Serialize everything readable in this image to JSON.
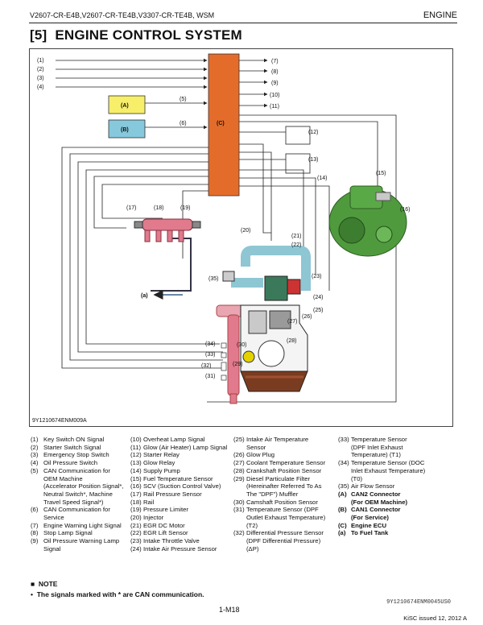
{
  "header": {
    "models": "V2607-CR-E4B,V2607-CR-TE4B,V3307-CR-TE4B, WSM",
    "section": "ENGINE"
  },
  "title": {
    "number": "[5]",
    "text": "ENGINE CONTROL SYSTEM"
  },
  "diagram": {
    "code": "9Y1210674ENM009A",
    "box_a": "(A)",
    "box_b": "(B)",
    "box_c": "(C)",
    "fuel_tank_label": "(a)",
    "callouts": [
      "(1)",
      "(2)",
      "(3)",
      "(4)",
      "(5)",
      "(6)",
      "(7)",
      "(8)",
      "(9)",
      "(10)",
      "(11)",
      "(12)",
      "(13)",
      "(14)",
      "(15)",
      "(16)",
      "(17)",
      "(18)",
      "(19)",
      "(20)",
      "(21)",
      "(22)",
      "(23)",
      "(24)",
      "(25)",
      "(26)",
      "(27)",
      "(28)",
      "(29)",
      "(30)",
      "(31)",
      "(32)",
      "(33)",
      "(34)",
      "(35)"
    ],
    "colors": {
      "ecu": "#e46c2b",
      "box_a": "#f7ef6a",
      "box_b": "#86c9dc",
      "rail": "#e07a8c",
      "pump": "#4f9a3d",
      "egr": "#8ec6d4"
    }
  },
  "legend": {
    "col1": [
      {
        "k": "(1)",
        "t": "Key Switch ON Signal"
      },
      {
        "k": "(2)",
        "t": "Starter Switch Signal"
      },
      {
        "k": "(3)",
        "t": "Emergency Stop Switch"
      },
      {
        "k": "(4)",
        "t": "Oil Pressure Switch"
      },
      {
        "k": "(5)",
        "t": "CAN Communication for\nOEM Machine\n(Accelerator Position Signal*,\nNeutral Switch*, Machine\nTravel Speed Signal*)"
      },
      {
        "k": "(6)",
        "t": "CAN Communication for\nService"
      },
      {
        "k": "(7)",
        "t": "Engine Warning Light Signal"
      },
      {
        "k": "(8)",
        "t": "Stop Lamp Signal"
      },
      {
        "k": "(9)",
        "t": "Oil Pressure Warning Lamp\nSignal"
      }
    ],
    "col2": [
      {
        "k": "(10)",
        "t": "Overheat Lamp Signal"
      },
      {
        "k": "(11)",
        "t": "Glow (Air Heater) Lamp Signal"
      },
      {
        "k": "(12)",
        "t": "Starter Relay"
      },
      {
        "k": "(13)",
        "t": "Glow Relay"
      },
      {
        "k": "(14)",
        "t": "Supply Pump"
      },
      {
        "k": "(15)",
        "t": "Fuel Temperature Sensor"
      },
      {
        "k": "(16)",
        "t": "SCV (Suction Control Valve)"
      },
      {
        "k": "(17)",
        "t": "Rail Pressure Sensor"
      },
      {
        "k": "(18)",
        "t": "Rail"
      },
      {
        "k": "(19)",
        "t": "Pressure Limiter"
      },
      {
        "k": "(20)",
        "t": "Injector"
      },
      {
        "k": "(21)",
        "t": "EGR DC Motor"
      },
      {
        "k": "(22)",
        "t": "EGR Lift Sensor"
      },
      {
        "k": "(23)",
        "t": "Intake Throttle Valve"
      },
      {
        "k": "(24)",
        "t": "Intake Air Pressure Sensor"
      }
    ],
    "col3": [
      {
        "k": "(25)",
        "t": "Intake Air Temperature\nSensor"
      },
      {
        "k": "(26)",
        "t": "Glow Plug"
      },
      {
        "k": "(27)",
        "t": "Coolant Temperature Sensor"
      },
      {
        "k": "(28)",
        "t": "Crankshaft Position Sensor"
      },
      {
        "k": "(29)",
        "t": "Diesel Particulate Filter\n(Hereinafter Referred To As\nThe \"DPF\") Muffler"
      },
      {
        "k": "(30)",
        "t": "Camshaft Position Sensor"
      },
      {
        "k": "(31)",
        "t": "Temperature Sensor (DPF\nOutlet Exhaust Temperature)\n(T2)"
      },
      {
        "k": "(32)",
        "t": "Differential Pressure Sensor\n(DPF Differential Pressure)\n(ΔP)"
      }
    ],
    "col4": [
      {
        "k": "(33)",
        "t": "Temperature Sensor\n(DPF Inlet Exhaust\nTemperature) (T1)",
        "b": false
      },
      {
        "k": "(34)",
        "t": "Temperature Sensor (DOC\nInlet Exhaust Temperature)\n(T0)",
        "b": false
      },
      {
        "k": "(35)",
        "t": "Air Flow Sensor",
        "b": false
      },
      {
        "k": "(A)",
        "t": "CAN2 Connector\n(For OEM Machine)",
        "b": true
      },
      {
        "k": "(B)",
        "t": "CAN1 Connector\n(For Service)",
        "b": true
      },
      {
        "k": "(C)",
        "t": "Engine ECU",
        "b": true
      },
      {
        "k": "(a)",
        "t": "To Fuel Tank",
        "b": true
      }
    ]
  },
  "note": {
    "heading": "NOTE",
    "text": "The signals marked with * are CAN communication."
  },
  "footer": {
    "doc_code": "9Y1210674ENM0045US0",
    "page": "1-M18",
    "issue": "KiSC issued 12, 2012 A"
  }
}
